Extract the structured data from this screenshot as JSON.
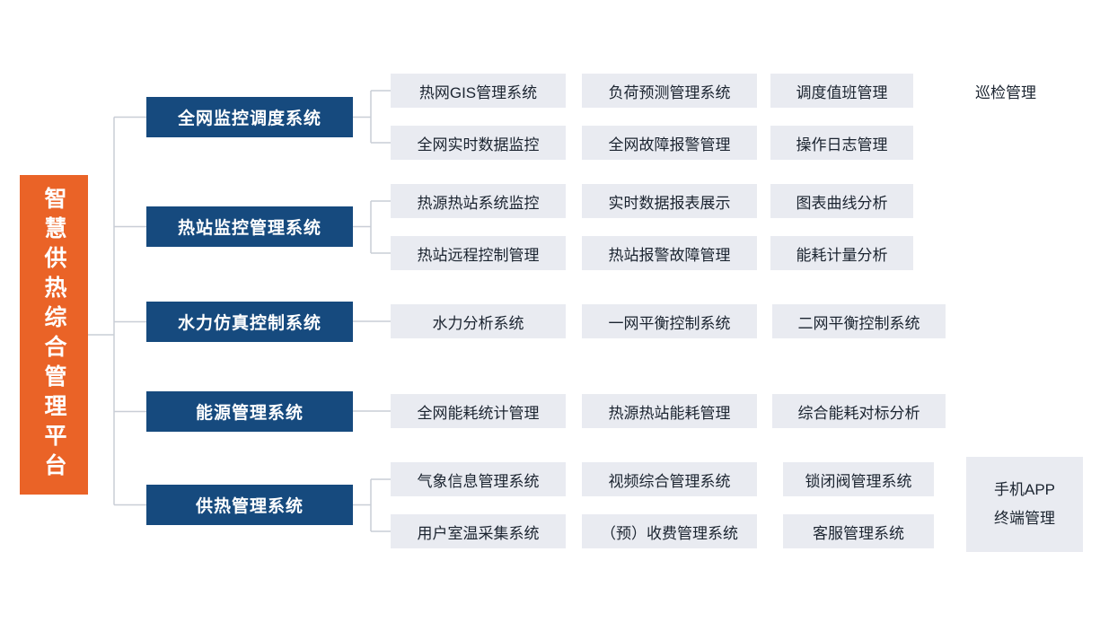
{
  "diagram": {
    "root_title": "智慧供热综合管理平台",
    "branches": [
      {
        "label": "全网监控调度系统",
        "rows": [
          [
            "热网GIS管理系统",
            "负荷预测管理系统",
            "调度值班管理",
            "巡检管理"
          ],
          [
            "全网实时数据监控",
            "全网故障报警管理",
            "操作日志管理"
          ]
        ]
      },
      {
        "label": "热站监控管理系统",
        "rows": [
          [
            "热源热站系统监控",
            "实时数据报表展示",
            "图表曲线分析"
          ],
          [
            "热站远程控制管理",
            "热站报警故障管理",
            "能耗计量分析"
          ]
        ]
      },
      {
        "label": "水力仿真控制系统",
        "rows": [
          [
            "水力分析系统",
            "一网平衡控制系统",
            "二网平衡控制系统"
          ]
        ]
      },
      {
        "label": "能源管理系统",
        "rows": [
          [
            "全网能耗统计管理",
            "热源热站能耗管理",
            "综合能耗对标分析"
          ]
        ]
      },
      {
        "label": "供热管理系统",
        "rows": [
          [
            "气象信息管理系统",
            "视频综合管理系统",
            "锁闭阀管理系统"
          ],
          [
            "用户室温采集系统",
            "（预）收费管理系统",
            "客服管理系统"
          ]
        ]
      }
    ],
    "side_box": {
      "line1": "手机APP",
      "line2": "终端管理"
    }
  },
  "colors": {
    "root_bg": "#EA6327",
    "branch_bg": "#164A7E",
    "module_bg": "#E9EBF1",
    "module_text": "#1B2430",
    "connector": "#C9CED6"
  }
}
